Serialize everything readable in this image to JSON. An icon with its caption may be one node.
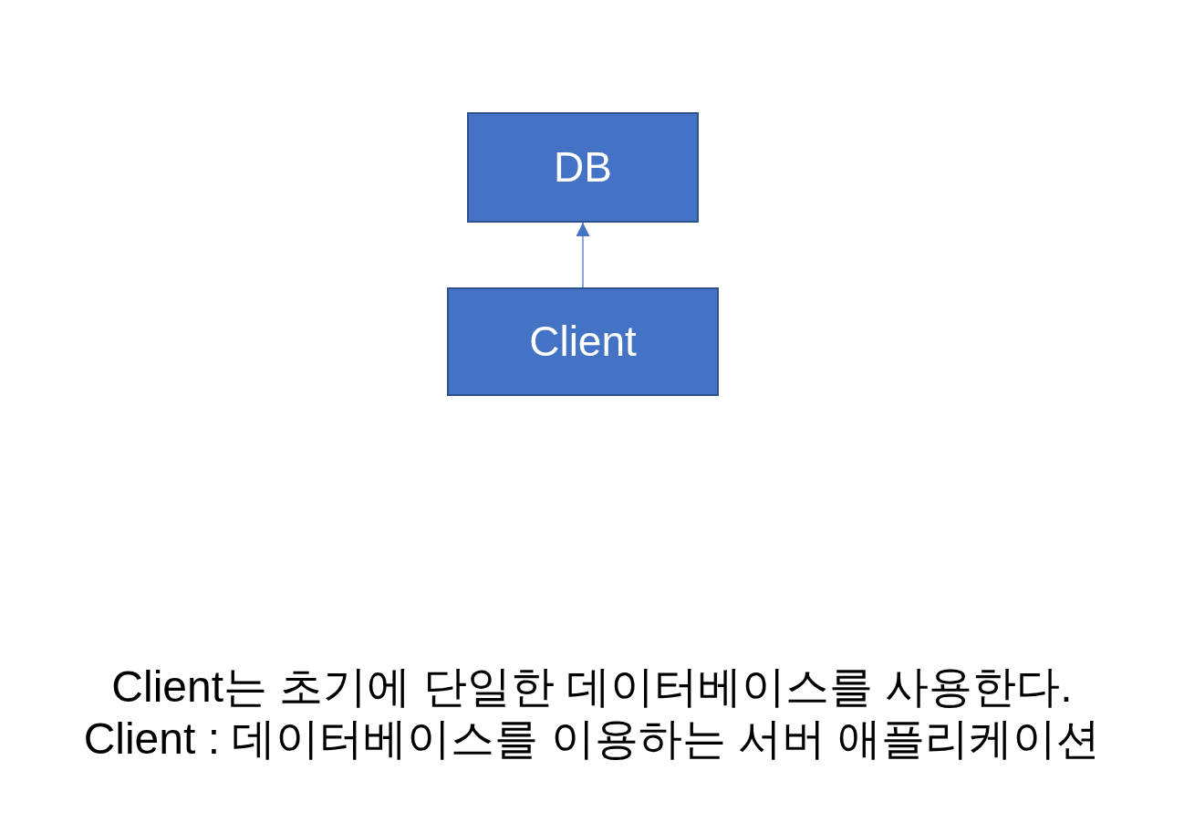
{
  "diagram": {
    "nodes": [
      {
        "text": [
          "DB"
        ]
      },
      {
        "text": [
          "Client"
        ]
      }
    ],
    "edges": [
      {
        "from": 1,
        "to": 0,
        "arrow": "to"
      }
    ],
    "labels": [
      "Client는 초기에 단일한 데이터베이스를 사용한다.",
      "Client : 데이터베이스를 이용하는 서버 애플리케이션"
    ]
  }
}
